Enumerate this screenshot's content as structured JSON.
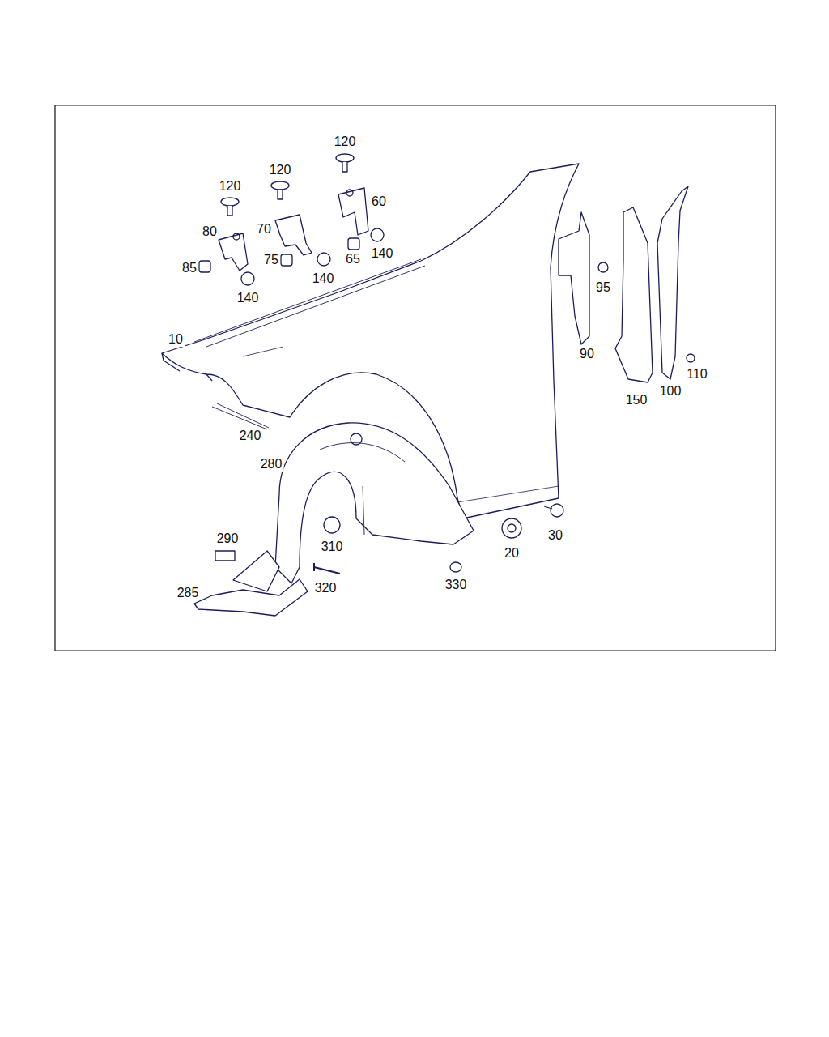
{
  "diagram": {
    "labels": [
      "120",
      "120",
      "120",
      "60",
      "80",
      "70",
      "85",
      "75",
      "65",
      "140",
      "140",
      "140",
      "10",
      "95",
      "90",
      "150",
      "100",
      "110",
      "240",
      "280",
      "290",
      "310",
      "30",
      "20",
      "320",
      "330",
      "285"
    ]
  }
}
